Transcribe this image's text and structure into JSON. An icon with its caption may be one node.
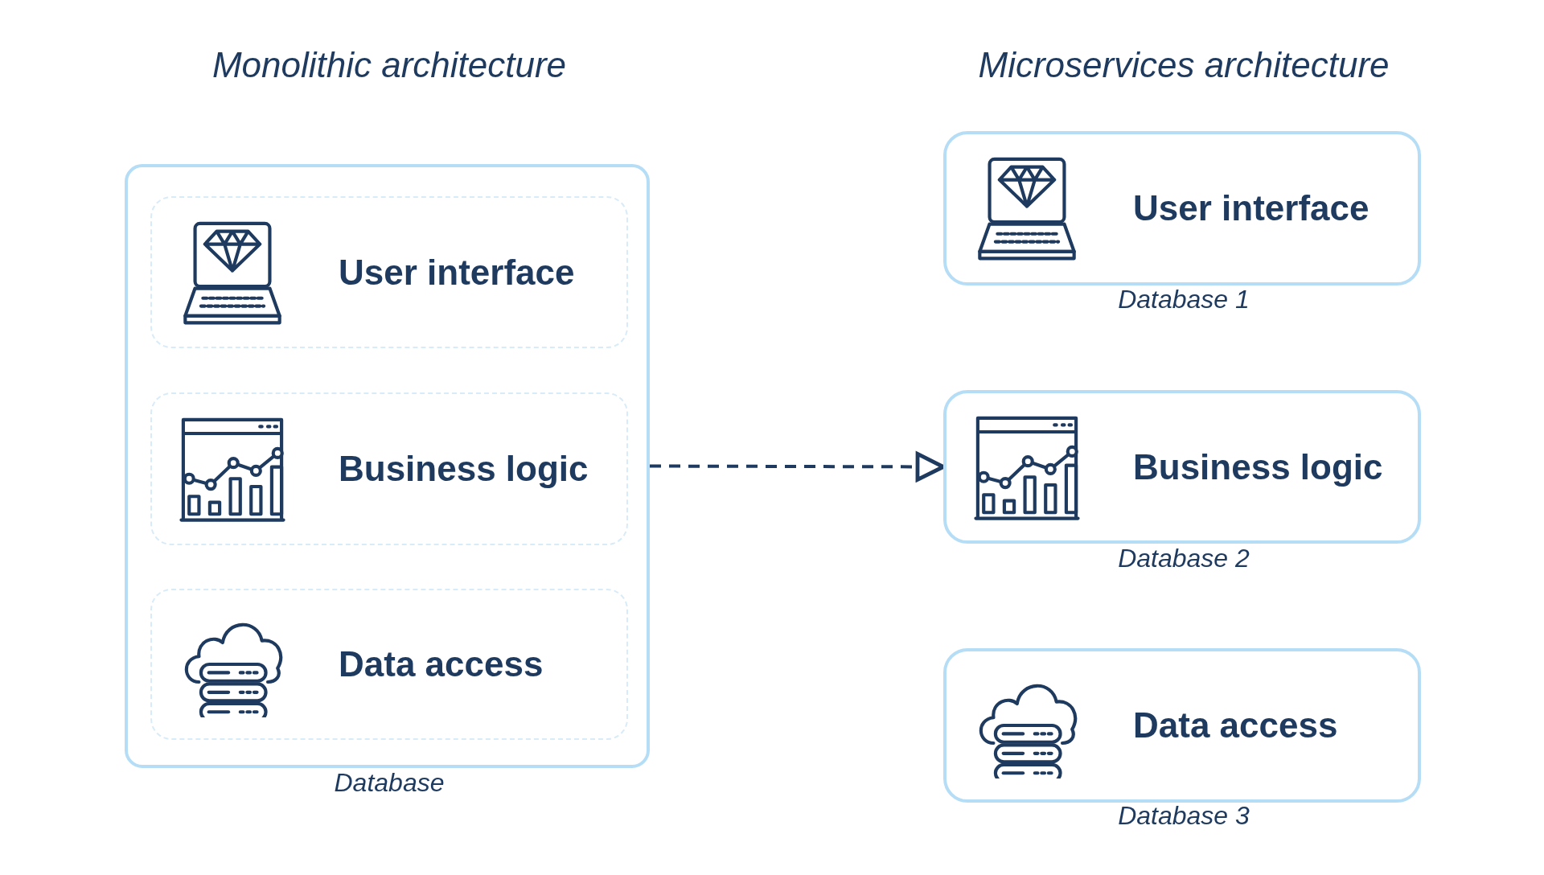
{
  "diagram": {
    "nodes": [
      {
        "text": [],
        "shape": "box",
        "beside": [
          "Database"
        ]
      },
      {
        "text": [
          "User interface"
        ],
        "in": 0
      },
      {
        "text": [
          "Business logic"
        ],
        "in": 0
      },
      {
        "text": [
          "Data access"
        ],
        "in": 0
      },
      {
        "text": [
          "User interface"
        ],
        "beside": [
          "Database 1"
        ]
      },
      {
        "text": [
          "Business logic"
        ],
        "beside": [
          "Database 2"
        ]
      },
      {
        "text": [
          "Data access"
        ],
        "beside": [
          "Database 3"
        ]
      }
    ],
    "edges": [
      {
        "from": 0,
        "to": 5,
        "arrow": "to",
        "style": "dashed"
      }
    ],
    "labels": [
      "Monolithic architecture",
      "Microservices architecture"
    ]
  }
}
